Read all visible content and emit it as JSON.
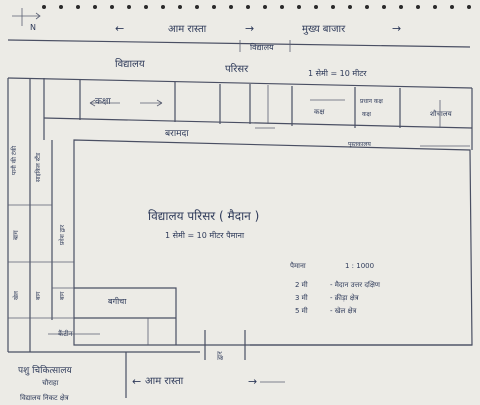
{
  "north_indicator": "N",
  "top_road": {
    "left_arrow": "←",
    "label": "आम रास्ता",
    "mid_arrow": "→",
    "destination": "मुख्य बाजार",
    "right_arrow": "→"
  },
  "gate_top": "विद्यालय",
  "school_building": {
    "title_left": "विद्यालय",
    "title_right": "परिसर",
    "scale_text": "1 सेमी = 10 मीटर",
    "classroom_label": "कक्षा",
    "room_mid": "कक्ष",
    "room_right_a": "प्रधान कक्ष",
    "room_right_b": "कक्ष",
    "corridor": "बरामदा",
    "shop_label": "पुस्तकालय",
    "right_wall_label": "शौचालय"
  },
  "left_column": {
    "item_1": "पानी की टंकी",
    "item_2": "साइकिल स्टैंड",
    "item_3": "बाग",
    "item_4": "प्रवेश द्वार",
    "item_5": "खेल",
    "item_6": "बाग",
    "item_7": "बाग"
  },
  "playground": {
    "title": "विद्यालय परिसर ( मैदान )",
    "scale_text": "1 सेमी = 10 मीटर पैमाना",
    "legend_title": "पैमाना",
    "legend_value": "1 : 1000",
    "legend_row1_key": "2 मी",
    "legend_row1_val": "- मैदान उत्तर दक्षिण",
    "legend_row2_key": "3 मी",
    "legend_row2_val": "- क्रीड़ा क्षेत्र",
    "legend_row3_key": "5 मी",
    "legend_row3_val": "- खेल क्षेत्र"
  },
  "bottom_block": {
    "garden": "बगीचा",
    "canteen": "कैंटीन",
    "gate": "द्वार"
  },
  "bottom_left": {
    "line1": "पशु चिकित्सालय",
    "line2": "चौराहा",
    "line3": "विद्यालय निकट क्षेत्र"
  },
  "bottom_road": {
    "left_arrow": "←",
    "label": "आम रास्ता",
    "right_arrow": "→"
  }
}
